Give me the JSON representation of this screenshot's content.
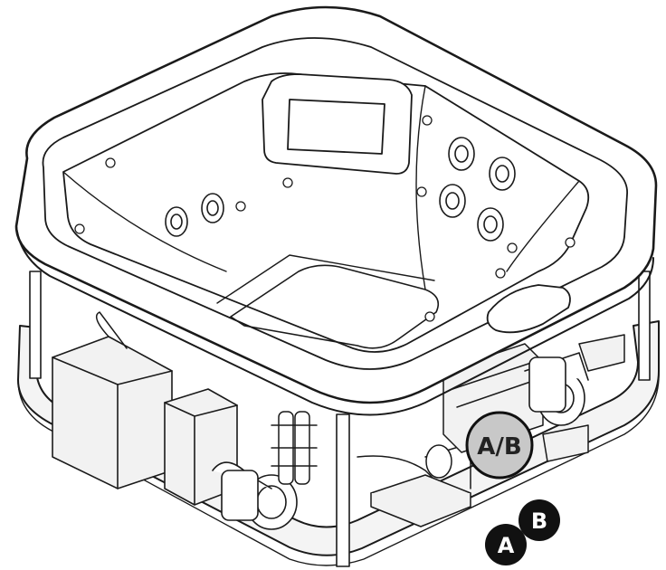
{
  "callouts": {
    "ab": {
      "text": "A/B",
      "fill": "#c8c8c8",
      "text_color": "#222222"
    },
    "a": {
      "text": "A",
      "fill": "#111111",
      "text_color": "#ffffff"
    },
    "b": {
      "text": "B",
      "fill": "#111111",
      "text_color": "#ffffff"
    }
  },
  "colors": {
    "line": "#1a1a1a",
    "shell_fill": "#ffffff",
    "base_fill": "#f4f4f4",
    "equipment_fill": "#f2f2f2"
  }
}
